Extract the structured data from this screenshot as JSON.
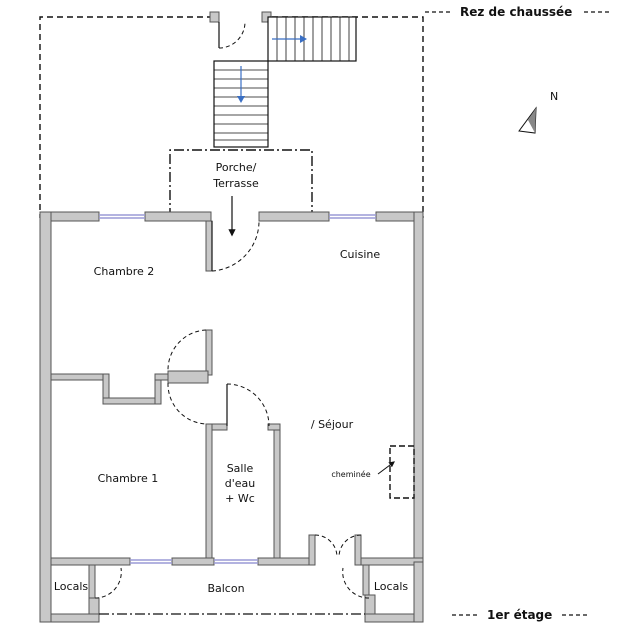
{
  "plan": {
    "ground_floor_label": "Rez de chaussée",
    "first_floor_label": "1er étage",
    "north_label": "N",
    "rooms": {
      "porch": [
        "Porche/",
        "Terrasse"
      ],
      "kitchen": "Cuisine",
      "bedroom2": "Chambre 2",
      "bedroom1": "Chambre 1",
      "living": "/ Séjour",
      "fireplace": "cheminée",
      "bathroom": [
        "Salle",
        "d'eau",
        "+ Wc"
      ],
      "balcony": "Balcon",
      "storage_left": "Locals",
      "storage_right": "Locals"
    }
  },
  "colors": {
    "wall_fill": "#c8c8c8",
    "wall_stroke": "#555555",
    "window": "#9a9ad6",
    "arrow": "#3a6fc4"
  }
}
